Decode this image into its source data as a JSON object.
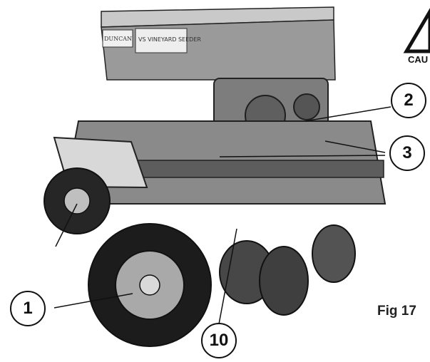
{
  "document": {
    "figure_label": "Fig 17",
    "caution_label": "CAU",
    "brand_text": "DUNCAN",
    "model_text": "VS VINEYARD SEEDER",
    "callouts": [
      {
        "label": "1"
      },
      {
        "label": "2"
      },
      {
        "label": "3"
      },
      {
        "label": "10"
      }
    ]
  },
  "colors": {
    "ink": "#111111",
    "metal_dark": "#3a3a3a",
    "metal_mid": "#6d6d6d",
    "metal_light": "#bdbdbd"
  }
}
